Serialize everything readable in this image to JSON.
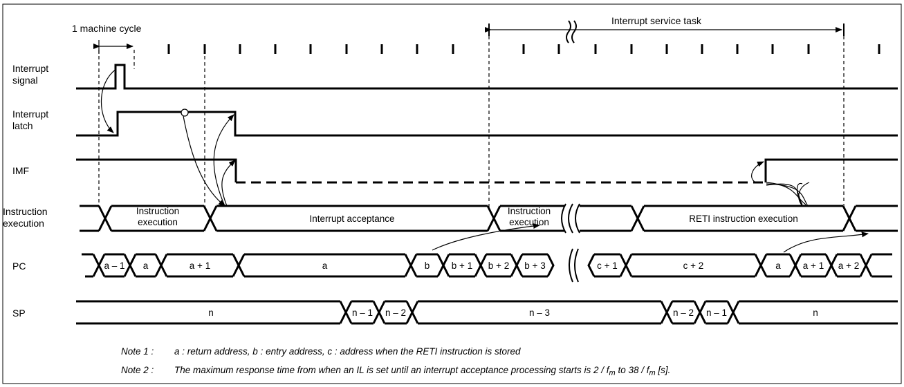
{
  "labels": {
    "machine_cycle": "1 machine cycle",
    "service_task": "Interrupt service task",
    "interrupt_signal": [
      "Interrupt",
      "signal"
    ],
    "interrupt_latch": [
      "Interrupt",
      "latch"
    ],
    "imf": "IMF",
    "instruction_execution": [
      "Instruction",
      "execution"
    ],
    "pc": "PC",
    "sp": "SP"
  },
  "instruction_row": {
    "segments": [
      "Instruction execution",
      "Interrupt acceptance",
      "Instruction execution",
      "RETI instruction execution"
    ]
  },
  "pc_row": [
    "a – 1",
    "a",
    "a + 1",
    "a",
    "b",
    "b + 1",
    "b + 2",
    "b + 3",
    "c + 1",
    "c + 2",
    "a",
    "a + 1",
    "a + 2"
  ],
  "sp_row": [
    "n",
    "n – 1",
    "n – 2",
    "n – 3",
    "n – 2",
    "n – 1",
    "n"
  ],
  "notes": {
    "note1_label": "Note 1 :",
    "note1_text": "a : return address, b : entry address, c : address when the RETI instruction is stored",
    "note2_label": "Note 2 :",
    "note2_text_a": "The maximum response time from when an IL is set until an interrupt acceptance processing starts is 2 / f",
    "note2_sub1": "m",
    "note2_text_b": " to 38 / f",
    "note2_sub2": "m",
    "note2_text_c": " [s]."
  }
}
